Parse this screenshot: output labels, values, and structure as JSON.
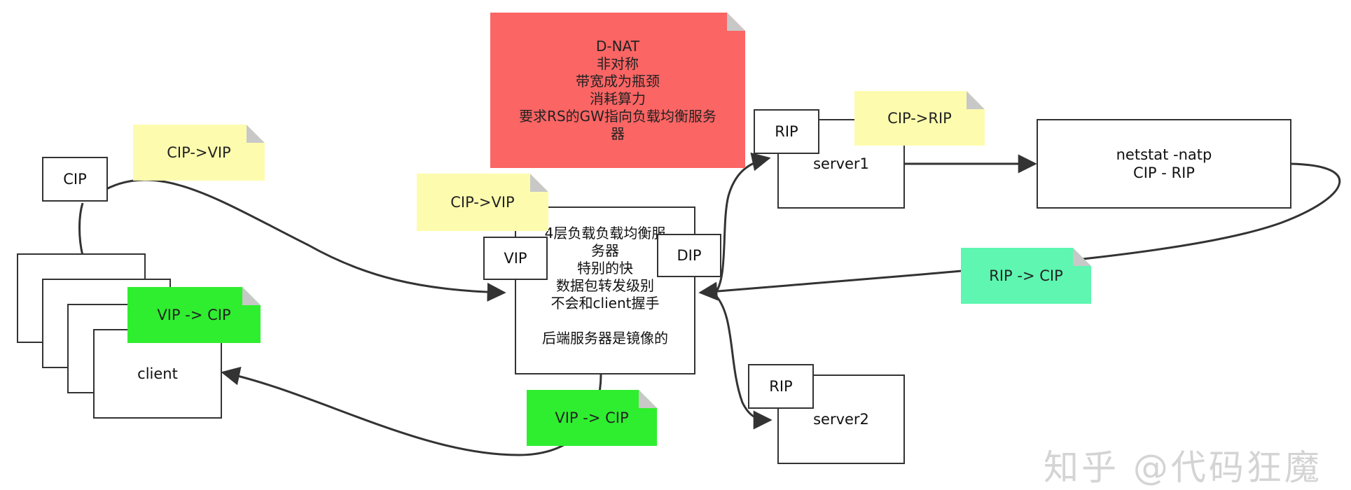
{
  "colors": {
    "yellow_note": "#fdfcae",
    "red_note": "#fb6564",
    "green_note": "#2fee2f",
    "teal_note": "#5ef6b1",
    "line": "#333333"
  },
  "notes": {
    "dnat": "D-NAT\n非对称\n带宽成为瓶颈\n消耗算力\n要求RS的GW指向负载均衡服务\n器",
    "cip_vip_client": "CIP->VIP",
    "cip_vip_lb": "CIP->VIP",
    "cip_rip": "CIP->RIP",
    "vip_cip_client": "VIP -> CIP",
    "vip_cip_bottom": "VIP -> CIP",
    "rip_cip": "RIP -> CIP"
  },
  "client": {
    "label": "client",
    "ip_tag": "CIP"
  },
  "load_balancer": {
    "text": "4层负载负载均衡服\n务器\n特别的快\n数据包转发级别\n不会和client握手\n\n后端服务器是镜像的",
    "vip_tag": "VIP",
    "dip_tag": "DIP"
  },
  "server1": {
    "label": "server1",
    "ip_tag": "RIP"
  },
  "server2": {
    "label": "server2",
    "ip_tag": "RIP"
  },
  "netstat": {
    "line1": "netstat -natp",
    "line2": "CIP - RIP"
  },
  "watermark": "知乎 @代码狂魔"
}
